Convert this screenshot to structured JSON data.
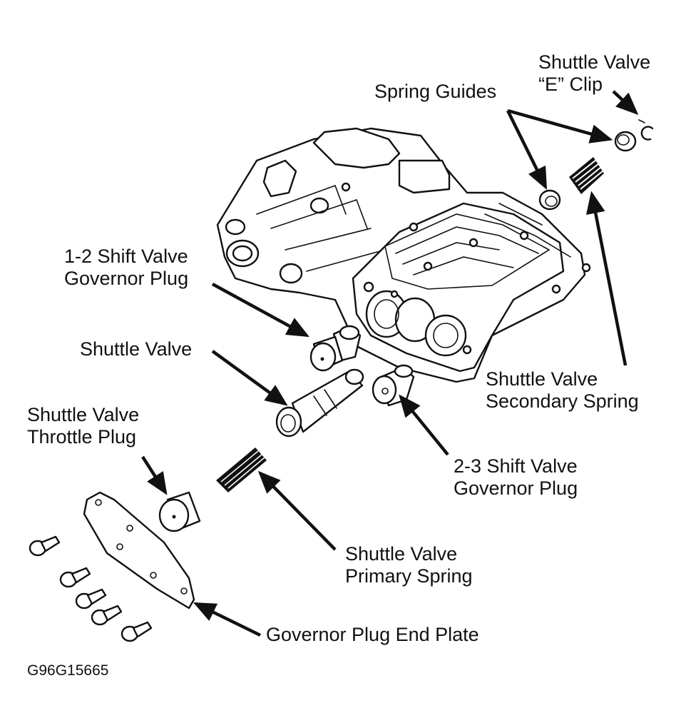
{
  "figure_code": "G96G15665",
  "labels": {
    "e_clip": [
      "Shuttle Valve",
      "“E” Clip"
    ],
    "spring_guides": [
      "Spring Guides"
    ],
    "shift_12_plug": [
      "1-2 Shift Valve",
      "Governor Plug"
    ],
    "shuttle_valve": [
      "Shuttle Valve"
    ],
    "throttle_plug": [
      "Shuttle Valve",
      "Throttle Plug"
    ],
    "secondary_spring": [
      "Shuttle Valve",
      "Secondary Spring"
    ],
    "shift_23_plug": [
      "2-3 Shift Valve",
      "Governor Plug"
    ],
    "primary_spring": [
      "Shuttle Valve",
      "Primary Spring"
    ],
    "end_plate": [
      "Governor Plug End Plate"
    ]
  }
}
